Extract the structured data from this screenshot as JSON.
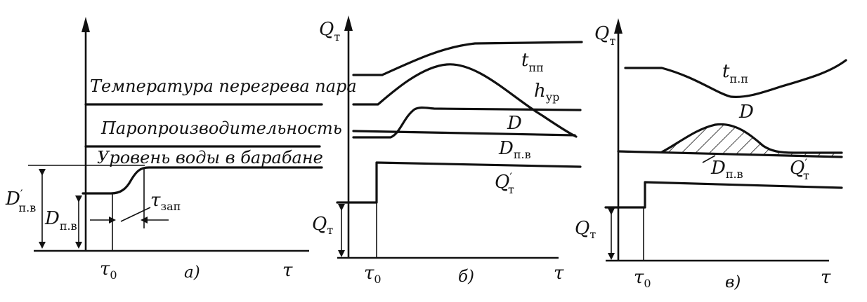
{
  "panel_a": {
    "curves": {
      "temperature": "Температура перегрева пара",
      "steam_output": "Паропроизводительность",
      "water_level": "Уровень воды в барабане"
    },
    "left_label_main": "D",
    "left_label_prime": "′",
    "left_label_sub": "п.в",
    "mid_label_main": "D",
    "mid_label_sub": "п.в",
    "delay_main": "τ",
    "delay_sub": "зап",
    "t0_main": "τ",
    "t0_sub": "0",
    "caption": "а)",
    "x_axis": "τ"
  },
  "panel_b": {
    "y_top_main": "Q",
    "y_top_sub": "т",
    "t_pp_main": "t",
    "t_pp_sub": "пп",
    "h_ur_main": "h",
    "h_ur_sub": "ур",
    "D": "D",
    "D_pv_main": "D",
    "D_pv_sub": "п.в",
    "Qt_prime_main": "Q",
    "Qt_prime_sup": "′",
    "Qt_prime_sub": "т",
    "Qt_main": "Q",
    "Qt_sub": "т",
    "t0_main": "τ",
    "t0_sub": "0",
    "caption": "б)",
    "x_axis": "τ"
  },
  "panel_c": {
    "y_top_main": "Q",
    "y_top_sub": "т",
    "t_pp_main": "t",
    "t_pp_sub": "п.п",
    "D": "D",
    "D_pv_main": "D",
    "D_pv_sub": "п.в",
    "Qt_prime_main": "Q",
    "Qt_prime_sup": "′",
    "Qt_prime_sub": "т",
    "Qt_main": "Q",
    "Qt_sub": "т",
    "t0_main": "τ",
    "t0_sub": "0",
    "caption": "в)",
    "x_axis": "τ"
  }
}
